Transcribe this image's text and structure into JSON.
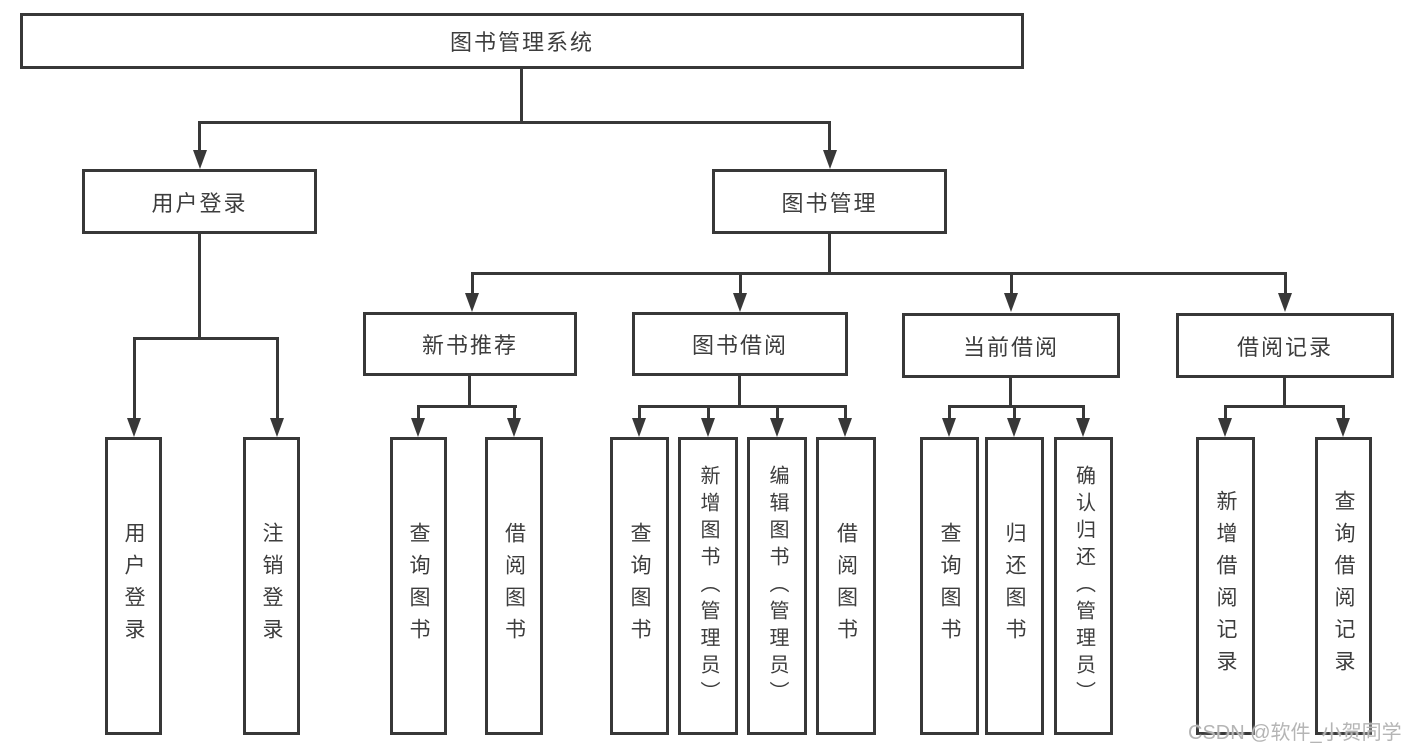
{
  "diagram": {
    "root": {
      "label": "图书管理系统"
    },
    "branches": [
      {
        "label": "用户登录",
        "children": [
          {
            "label": "用户登录"
          },
          {
            "label": "注销登录"
          }
        ]
      },
      {
        "label": "图书管理",
        "sections": [
          {
            "label": "新书推荐",
            "children": [
              {
                "label": "查询图书"
              },
              {
                "label": "借阅图书"
              }
            ]
          },
          {
            "label": "图书借阅",
            "children": [
              {
                "label": "查询图书"
              },
              {
                "label": "新增图书（管理员）"
              },
              {
                "label": "编辑图书（管理员）"
              },
              {
                "label": "借阅图书"
              }
            ]
          },
          {
            "label": "当前借阅",
            "children": [
              {
                "label": "查询图书"
              },
              {
                "label": "归还图书"
              },
              {
                "label": "确认归还（管理员）"
              }
            ]
          },
          {
            "label": "借阅记录",
            "children": [
              {
                "label": "新增借阅记录"
              },
              {
                "label": "查询借阅记录"
              }
            ]
          }
        ]
      }
    ]
  },
  "watermark": {
    "text": "CSDN @软件_小贺同学"
  },
  "colors": {
    "line": "#383838",
    "text": "#3d3d3d",
    "background": "#ffffff",
    "watermark": "#b5b5b5"
  }
}
